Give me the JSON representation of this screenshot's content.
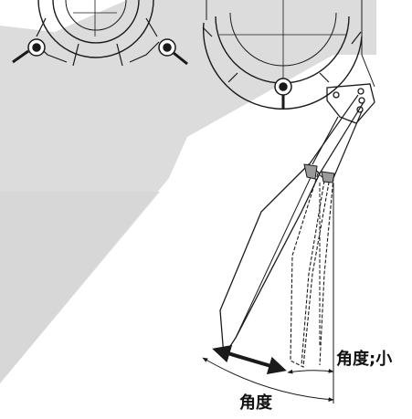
{
  "labels": {
    "angle_small": "角度;小",
    "angle": "角度"
  },
  "colors": {
    "line": "#1a1a1a",
    "watermark": "#d3d3d3",
    "shade": "#9a9a9a"
  },
  "icons": {
    "drum": "gear-wheel",
    "pivot": "pivot-bolt",
    "arrow": "double-headed-arrow"
  }
}
